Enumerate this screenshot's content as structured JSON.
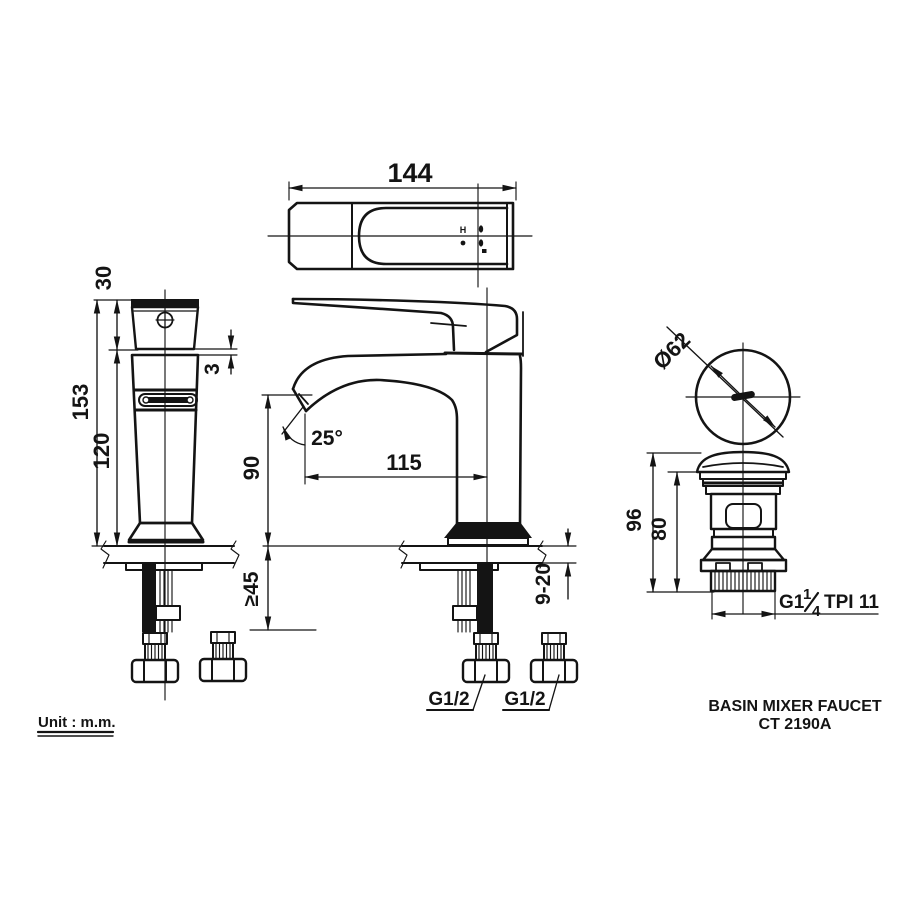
{
  "unit_note": "Unit : m.m.",
  "title": {
    "product": "BASIN MIXER  FAUCET",
    "model": "CT 2190A"
  },
  "colors": {
    "ink": "#141414",
    "paper": "#ffffff"
  },
  "top_view": {
    "width": "144",
    "hot_mark": "H"
  },
  "front_view": {
    "handle_height": "30",
    "lever_gap": "3",
    "total_height": "153",
    "body_height": "120"
  },
  "side_view": {
    "outlet_height": "90",
    "spout_reach": "115",
    "spout_angle": "25°",
    "min_clearance": "≥45",
    "deck_thickness": "9-20",
    "hose_thread_left": "G1/2",
    "hose_thread_right": "G1/2"
  },
  "drain": {
    "cap_diameter": "Ø62",
    "overall_height": "96",
    "body_height": "80",
    "thread_prefix": "G1",
    "thread_numerator": "1",
    "thread_denominator": "4",
    "thread_suffix": "TPI 11"
  }
}
